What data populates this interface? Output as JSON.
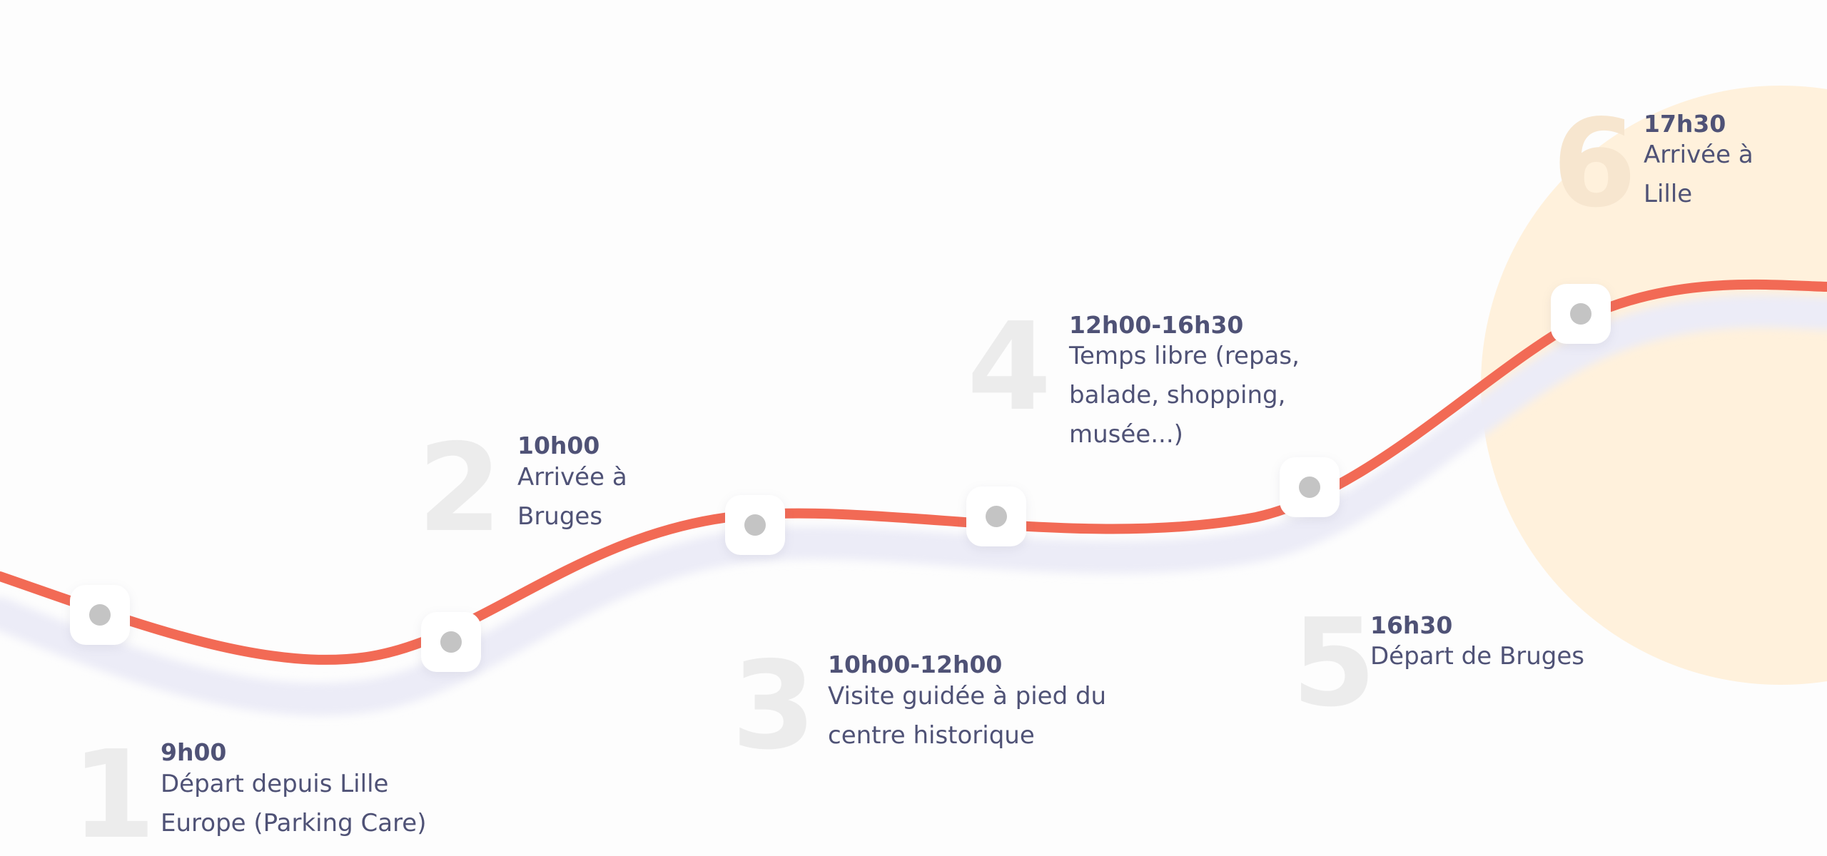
{
  "colors": {
    "background": "#fdfdfd",
    "route_line": "#f26a55",
    "route_shadow": "#ececf7",
    "step_number": "#ececec",
    "text": "#4f5276",
    "marker_dot": "#c4c4c4",
    "highlight_circle": "#fff1dc"
  },
  "steps": [
    {
      "number": "1",
      "time": "9h00",
      "description": "Départ depuis Lille Europe (Parking Care)"
    },
    {
      "number": "2",
      "time": "10h00",
      "description": "Arrivée à Bruges"
    },
    {
      "number": "3",
      "time": "10h00-12h00",
      "description": "Visite guidée à pied du centre historique"
    },
    {
      "number": "4",
      "time": "12h00-16h30",
      "description": "Temps libre (repas, balade, shopping, musée...)"
    },
    {
      "number": "5",
      "time": "16h30",
      "description": "Départ de Bruges"
    },
    {
      "number": "6",
      "time": "17h30",
      "description": "Arrivée à Lille"
    }
  ]
}
